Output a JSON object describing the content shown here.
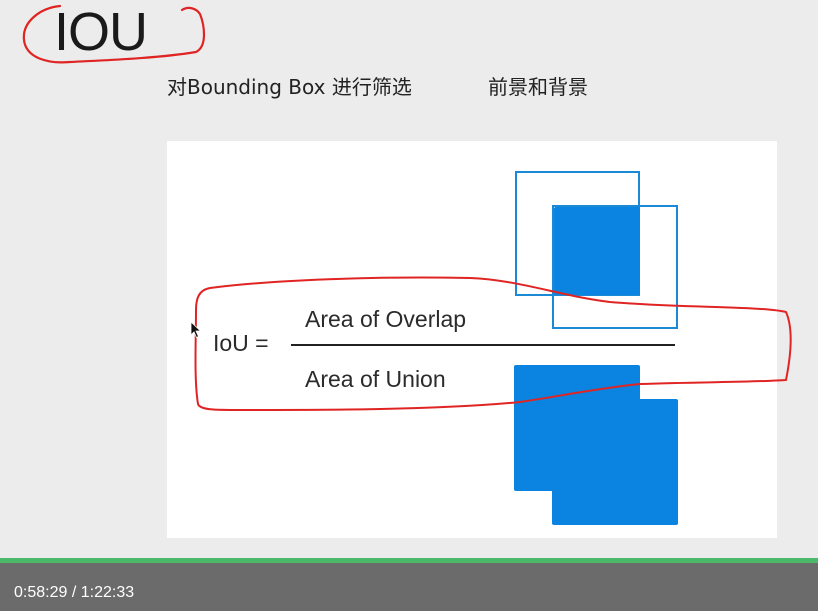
{
  "slide": {
    "title": "IOU",
    "subtitle_left": "对Bounding Box 进行筛选",
    "subtitle_right": "前景和背景"
  },
  "figure": {
    "lhs": "IoU =",
    "numerator": "Area of Overlap",
    "denominator": "Area of Union"
  },
  "player": {
    "current_time": "0:58:29",
    "separator": "/",
    "duration": "1:22:33",
    "accent_color": "#4cb86a",
    "bar_color": "#6b6b6b"
  },
  "colors": {
    "box_fill": "#0a84e0",
    "box_outline": "#1b8ad6",
    "annotation": "#e02424"
  }
}
